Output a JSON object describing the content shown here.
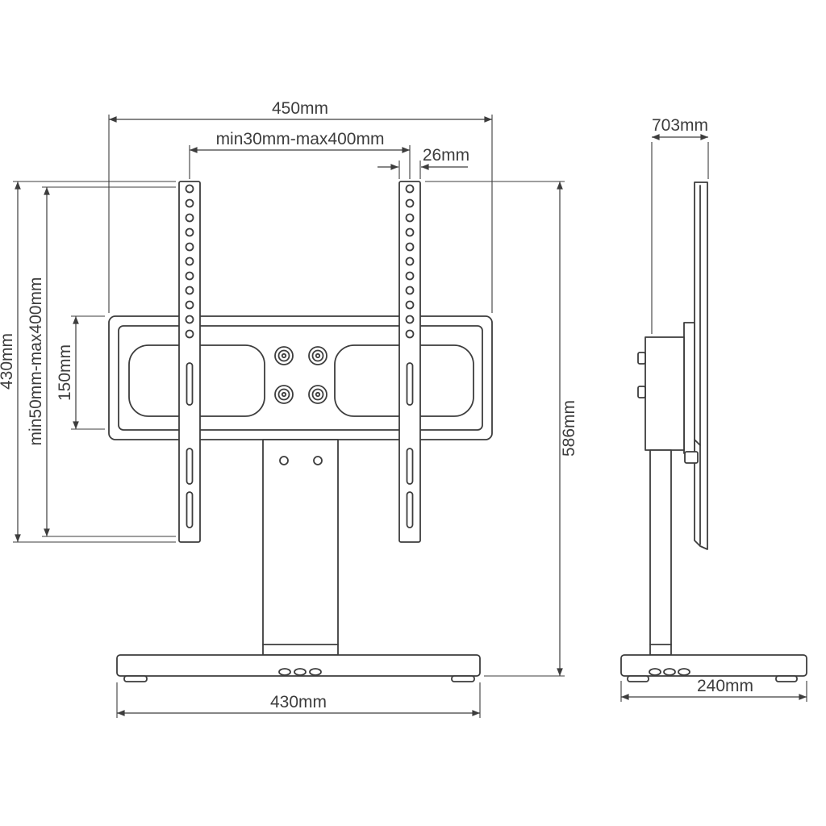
{
  "drawing": {
    "type": "technical-drawing",
    "subject": "TV table stand bracket, front and side orthographic views",
    "background": "#ffffff",
    "line_color": "#3d3d3d",
    "dims": {
      "front_top_width": "450mm",
      "front_rail_span": "min30mm-max400mm",
      "front_rail_width": "26mm",
      "front_left_height": "430mm",
      "front_vesa_range": "min50mm-max400mm",
      "front_plate_height": "150mm",
      "front_total_height": "586mm",
      "front_base_width": "430mm",
      "side_top_depth": "703mm",
      "side_base_depth": "240mm"
    }
  }
}
